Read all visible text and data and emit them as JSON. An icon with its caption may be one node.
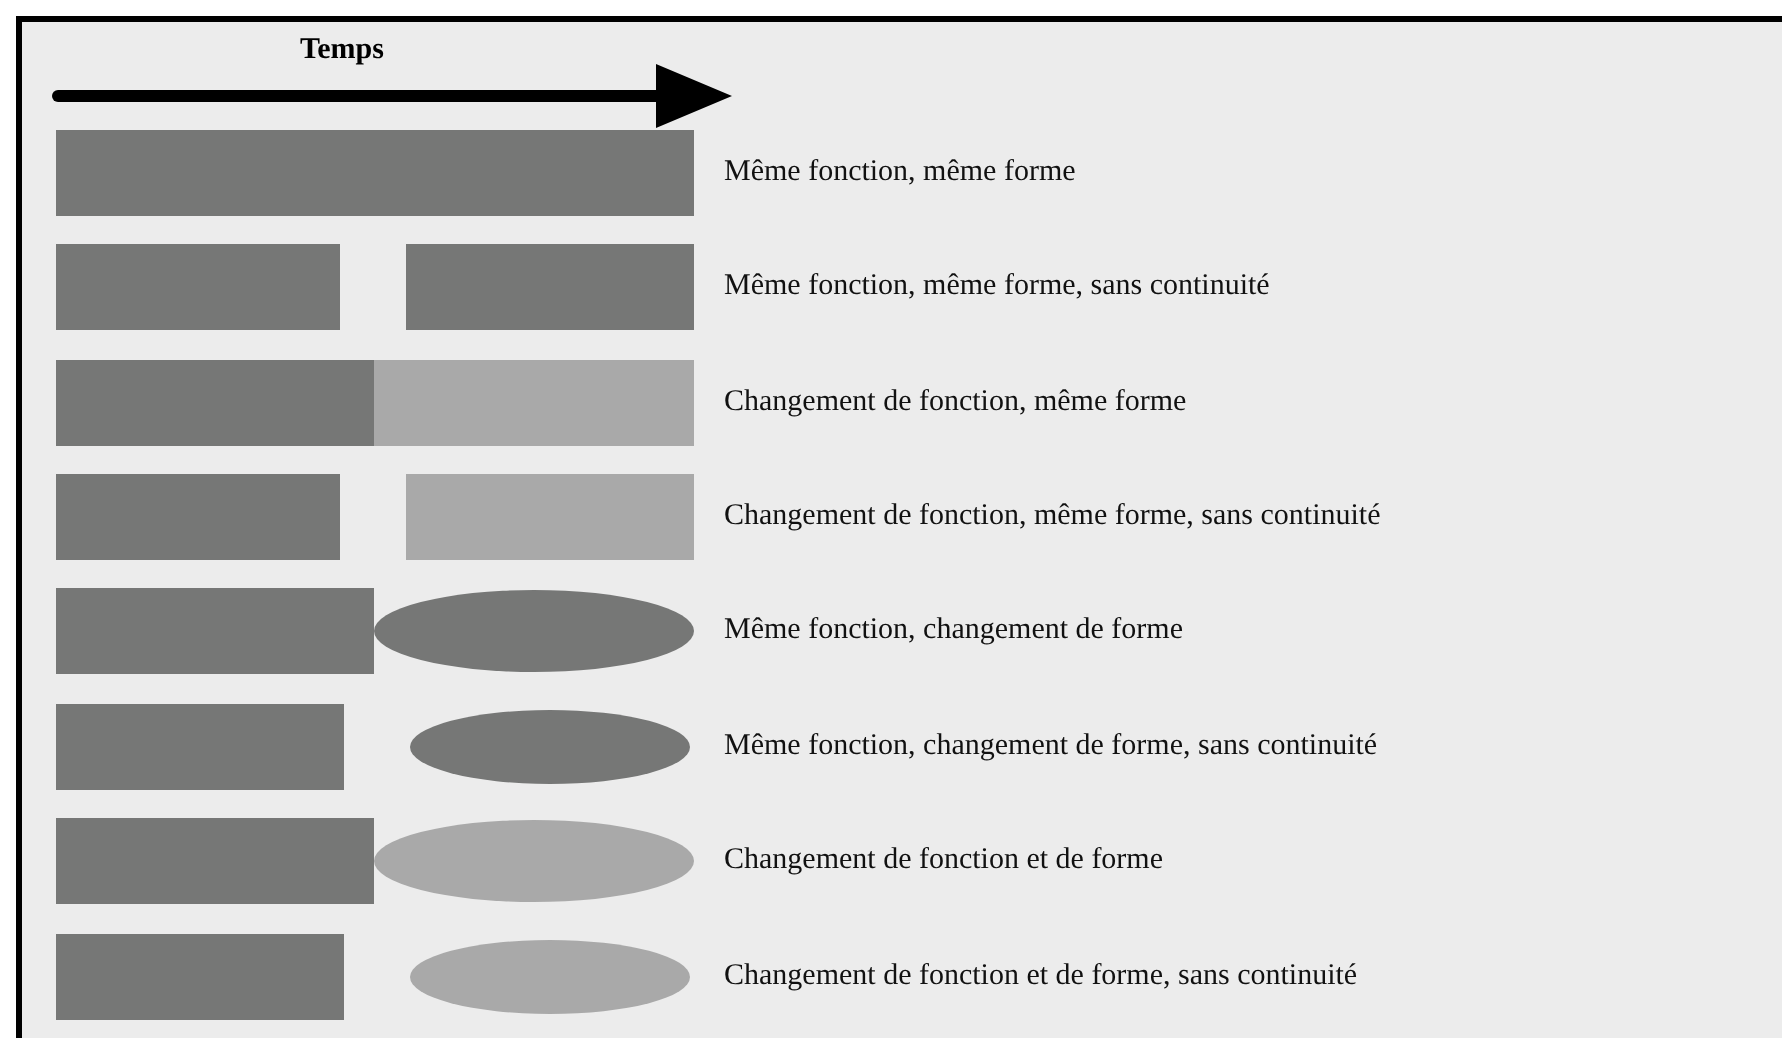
{
  "diagram": {
    "nodes": [
      {
        "text": [],
        "shape": "box"
      },
      {
        "text": [],
        "shape": "box"
      },
      {
        "text": [],
        "shape": "box"
      },
      {
        "text": [],
        "shape": "box"
      },
      {
        "text": [],
        "shape": "box"
      },
      {
        "text": [],
        "shape": "box"
      },
      {
        "text": [],
        "shape": "box"
      },
      {
        "text": [],
        "shape": "box"
      },
      {
        "text": [],
        "shape": "ellipse"
      },
      {
        "text": [],
        "shape": "box"
      },
      {
        "text": [],
        "shape": "ellipse"
      },
      {
        "text": [],
        "shape": "box"
      },
      {
        "text": [],
        "shape": "ellipse"
      },
      {
        "text": [],
        "shape": "box"
      },
      {
        "text": [],
        "shape": "ellipse"
      }
    ],
    "labels": [
      "Temps",
      "Même fonction, même forme",
      "Même fonction, même forme, sans continuité",
      "Changement de fonction, même forme",
      "Changement de fonction, même forme, sans continuité",
      "Même fonction, changement de forme",
      "Même fonction, changement de forme, sans continuité",
      "Changement de fonction et de forme",
      "Changement de fonction et de forme, sans continuité"
    ]
  }
}
